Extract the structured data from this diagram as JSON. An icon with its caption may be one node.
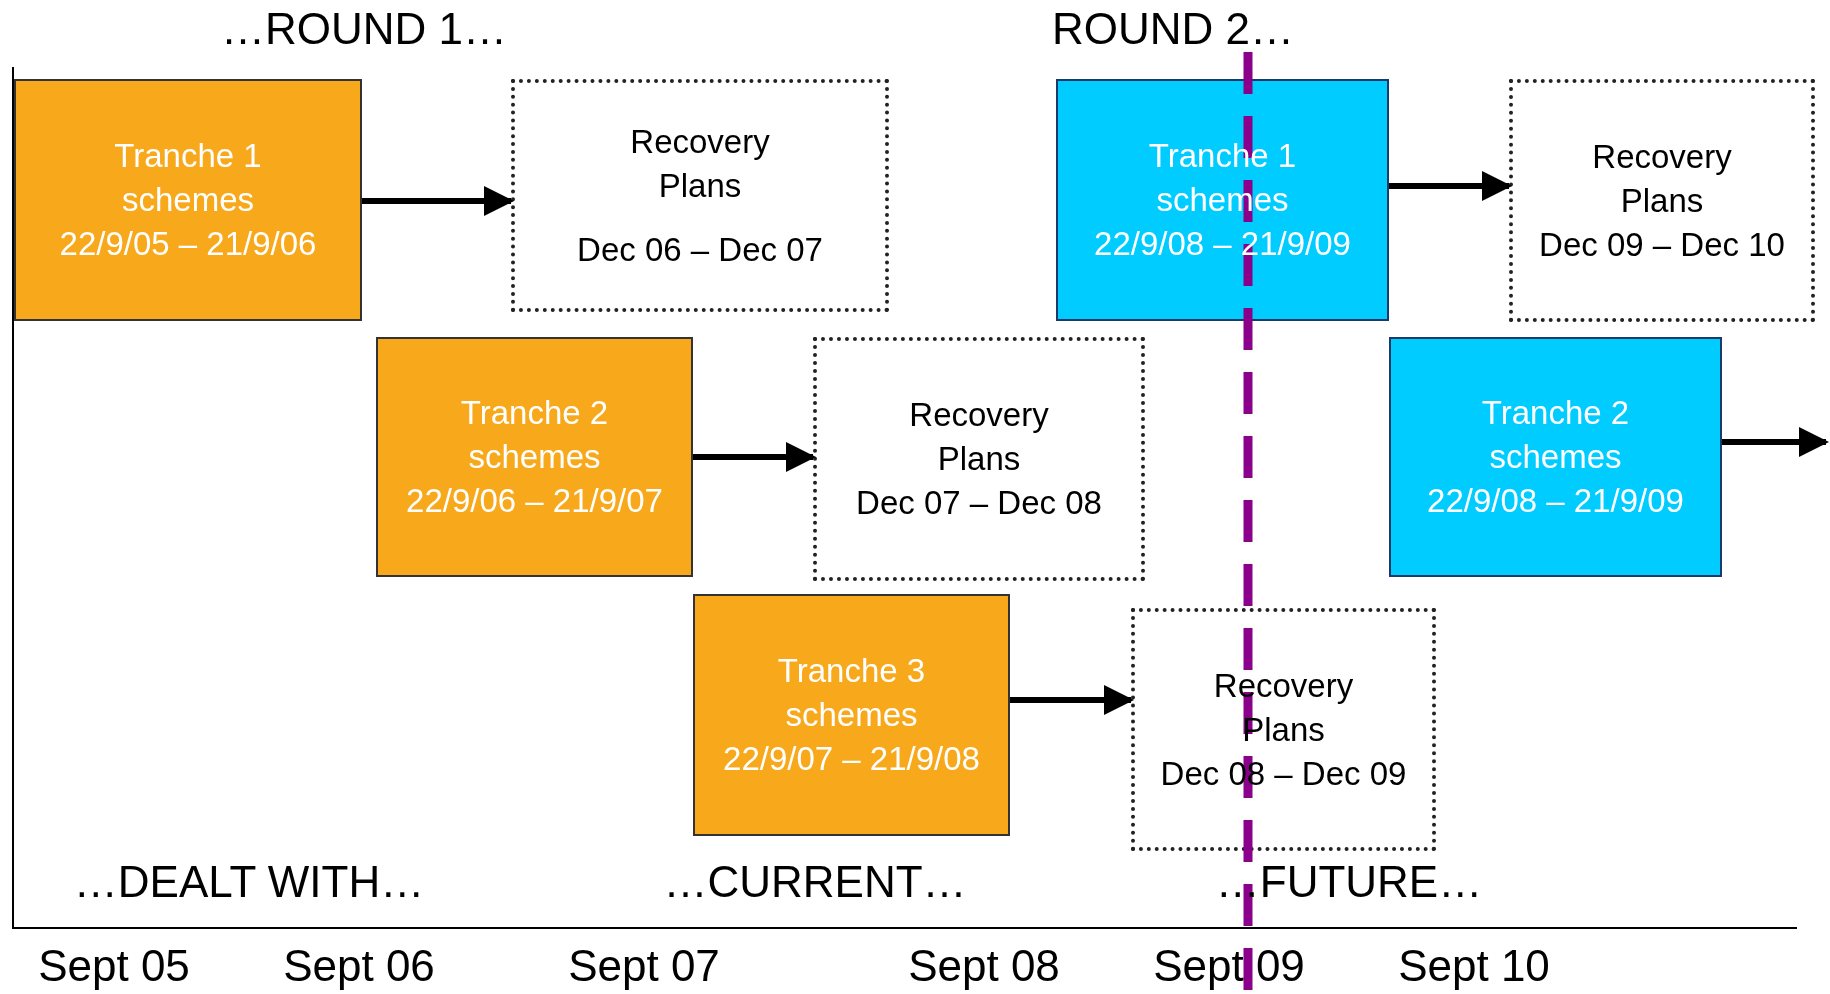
{
  "diagram": {
    "nodes": [
      {
        "text": [
          "Tranche 1 schemes",
          "22/9/05 – 21/9/06"
        ]
      },
      {
        "text": [
          "Recovery Plans",
          "Dec 06 – Dec 07"
        ]
      },
      {
        "text": [
          "Tranche 1 schemes",
          "22/9/08 – 21/9/09"
        ]
      },
      {
        "text": [
          "Recovery Plans",
          "Dec 09 – Dec 10"
        ]
      },
      {
        "text": [
          "Tranche 2 schemes",
          "22/9/06 – 21/9/07"
        ]
      },
      {
        "text": [
          "Recovery Plans",
          "Dec 07 – Dec 08"
        ]
      },
      {
        "text": [
          "Tranche 2 schemes",
          "22/9/08 – 21/9/09"
        ]
      },
      {
        "text": [
          "Tranche 3 schemes",
          "22/9/07 – 21/9/08"
        ]
      },
      {
        "text": [
          "Recovery Plans",
          "Dec 08 – Dec 09"
        ]
      }
    ],
    "edges": [
      {
        "from": 0,
        "to": 1,
        "arrow": "to"
      },
      {
        "from": 2,
        "to": 3,
        "arrow": "to"
      },
      {
        "from": 4,
        "to": 5,
        "arrow": "to"
      },
      {
        "from": 6,
        "to": null,
        "arrow": "to"
      },
      {
        "from": 7,
        "to": 8,
        "arrow": "to"
      }
    ],
    "labels": [
      "…ROUND 1…",
      "ROUND 2…",
      "…DEALT WITH…",
      "…CURRENT…",
      "…FUTURE…",
      "Sept 05",
      "Sept 06",
      "Sept 07",
      "Sept 08",
      "Sept 09",
      "Sept 10"
    ]
  }
}
